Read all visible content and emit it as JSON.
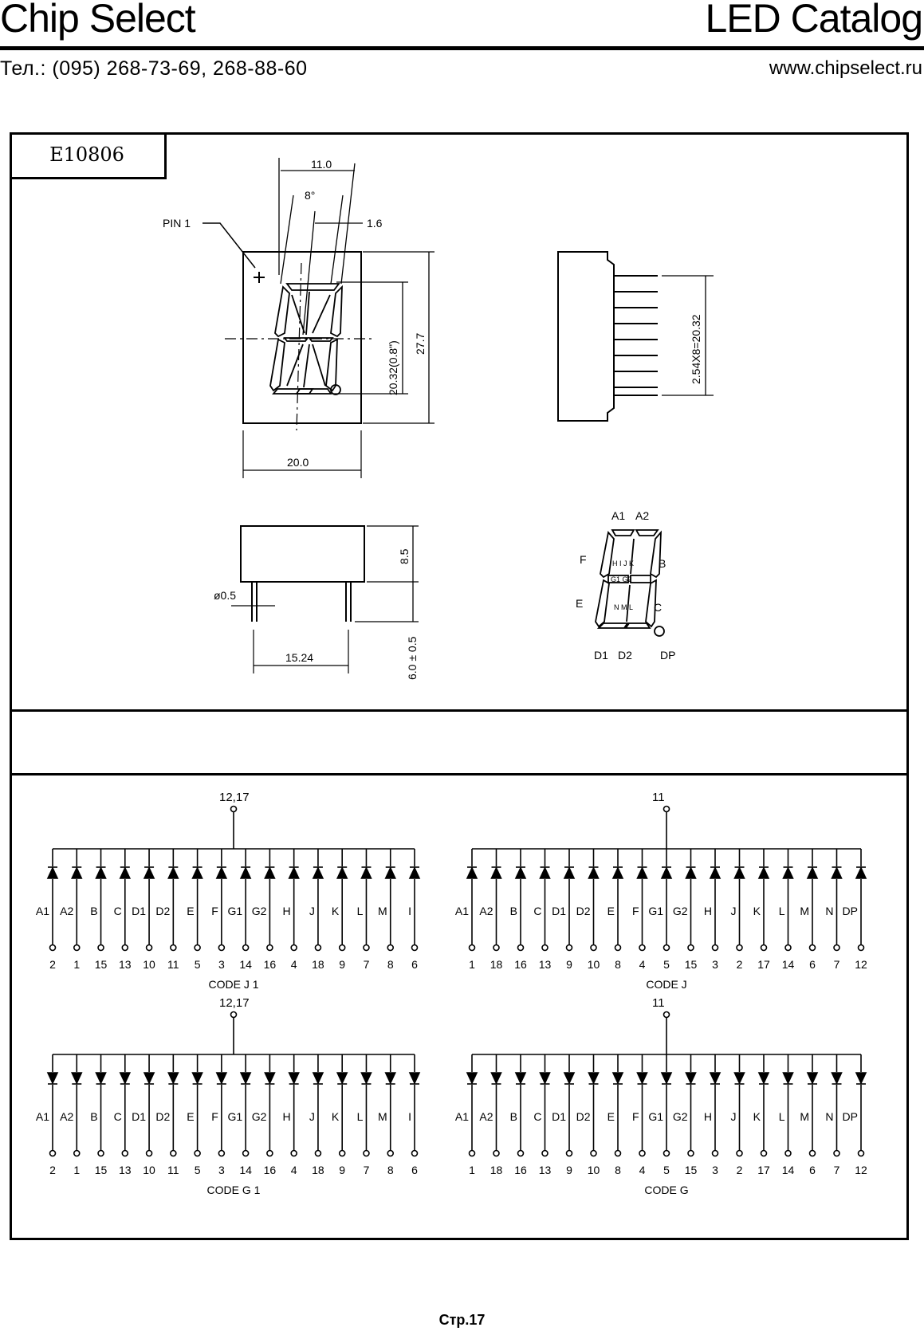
{
  "header": {
    "left": "Chip Select",
    "right": "LED Catalog",
    "phone": "Тел.: (095) 268-73-69, 268-88-60",
    "website": "www.chipselect.ru"
  },
  "part_number": "E10806",
  "drawing": {
    "pin1_label": "PIN 1",
    "dim_width": "11.0",
    "dim_angle": "8°",
    "dim_seg": "1.6",
    "dim_digit_height": "20.32(0.8\")",
    "dim_body_height": "27.7",
    "dim_body_width": "20.0",
    "dim_pin_span": "2.54X8=20.32",
    "dim_depth": "8.5",
    "dim_pin_dia": "ø0.5",
    "dim_pin_len": "6.0 ± 0.5",
    "dim_row_spacing": "15.24"
  },
  "segment_labels": {
    "a1": "A1",
    "a2": "A2",
    "b": "B",
    "c": "C",
    "d1": "D1",
    "d2": "D2",
    "e": "E",
    "f": "F",
    "dp": "DP",
    "inner": "H I J K",
    "mid": "G1 G2",
    "low": "N M L"
  },
  "circuits": [
    {
      "code": "CODE J 1",
      "common": "12,17",
      "arrow": "up",
      "labels": [
        "A1",
        "A2",
        "B",
        "C",
        "D1",
        "D2",
        "E",
        "F",
        "G1",
        "G2",
        "H",
        "J",
        "K",
        "L",
        "M",
        "I"
      ],
      "pins": [
        "2",
        "1",
        "15",
        "13",
        "10",
        "11",
        "5",
        "3",
        "14",
        "16",
        "4",
        "18",
        "9",
        "7",
        "8",
        "6"
      ]
    },
    {
      "code": "CODE J",
      "common": "11",
      "arrow": "up",
      "labels": [
        "A1",
        "A2",
        "B",
        "C",
        "D1",
        "D2",
        "E",
        "F",
        "G1",
        "G2",
        "H",
        "J",
        "K",
        "L",
        "M",
        "N",
        "DP"
      ],
      "pins": [
        "1",
        "18",
        "16",
        "13",
        "9",
        "10",
        "8",
        "4",
        "5",
        "15",
        "3",
        "2",
        "17",
        "14",
        "6",
        "7",
        "12"
      ]
    },
    {
      "code": "CODE G 1",
      "common": "12,17",
      "arrow": "down",
      "labels": [
        "A1",
        "A2",
        "B",
        "C",
        "D1",
        "D2",
        "E",
        "F",
        "G1",
        "G2",
        "H",
        "J",
        "K",
        "L",
        "M",
        "I"
      ],
      "pins": [
        "2",
        "1",
        "15",
        "13",
        "10",
        "11",
        "5",
        "3",
        "14",
        "16",
        "4",
        "18",
        "9",
        "7",
        "8",
        "6"
      ]
    },
    {
      "code": "CODE G",
      "common": "11",
      "arrow": "down",
      "labels": [
        "A1",
        "A2",
        "B",
        "C",
        "D1",
        "D2",
        "E",
        "F",
        "G1",
        "G2",
        "H",
        "J",
        "K",
        "L",
        "M",
        "N",
        "DP"
      ],
      "pins": [
        "1",
        "18",
        "16",
        "13",
        "9",
        "10",
        "8",
        "4",
        "5",
        "15",
        "3",
        "2",
        "17",
        "14",
        "6",
        "7",
        "12"
      ]
    }
  ],
  "footer": "Стр.17"
}
